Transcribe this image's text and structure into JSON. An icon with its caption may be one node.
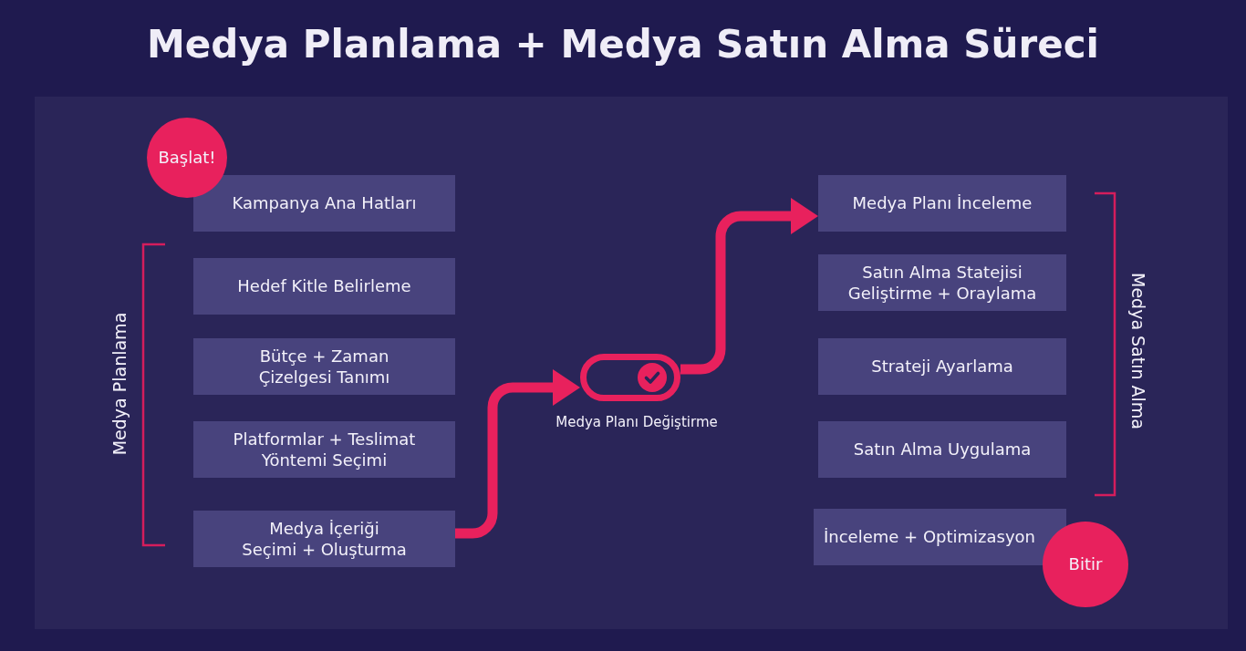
{
  "diagram": {
    "title": "Medya Planlama + Medya Satın Alma Süreci",
    "nodes": [
      {
        "text": [
          "Başlat!"
        ]
      },
      {
        "text": [
          "Kampanya Ana Hatları"
        ]
      },
      {
        "text": [
          "Hedef Kitle Belirleme"
        ]
      },
      {
        "text": [
          "Bütçe + Zaman Çizelgesi Tanımı"
        ]
      },
      {
        "text": [
          "Platformlar + Teslimat Yöntemi Seçimi"
        ]
      },
      {
        "text": [
          "Medya İçeriği Seçimi + Oluşturma"
        ]
      },
      {
        "text": [
          "Medya Planı Değiştirme"
        ]
      },
      {
        "text": [
          "Medya Planı İnceleme"
        ]
      },
      {
        "text": [
          "Satın Alma Statejisi Geliştirme + Oraylama"
        ]
      },
      {
        "text": [
          "Strateji Ayarlama"
        ]
      },
      {
        "text": [
          "Satın Alma Uygulama"
        ]
      },
      {
        "text": [
          "İnceleme + Optimizasyon"
        ]
      },
      {
        "text": [
          "Bitir"
        ]
      }
    ],
    "edges": [
      {
        "from": 5,
        "to": 6,
        "arrow": "to"
      },
      {
        "from": 6,
        "to": 7,
        "arrow": "to"
      }
    ],
    "labels": [
      "Medya Planlama",
      "Medya Satın Alma"
    ]
  }
}
